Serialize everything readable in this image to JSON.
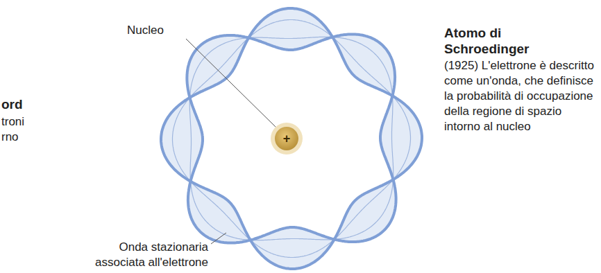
{
  "diagram": {
    "nodes": [
      {
        "text": [
          "+"
        ]
      }
    ],
    "labels": [
      "ord",
      "troni",
      "rno",
      "Nucleo",
      "Atomo di Schroedinger",
      "(1925) L'elettrone è descritto come un'onda, che definisce la probabilità di occupazione della regione di spazio intorno al nucleo",
      "Onda stazionaria associata all'elettrone"
    ]
  }
}
